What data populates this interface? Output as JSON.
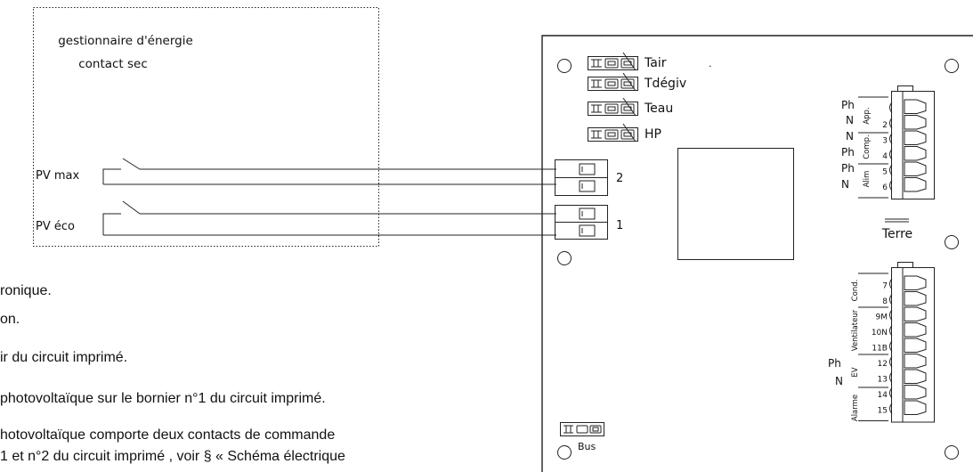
{
  "energy_manager": {
    "title_line1": "gestionnaire d'énergie",
    "title_line2": "contact sec",
    "contacts": [
      {
        "label": "PV max"
      },
      {
        "label": "PV éco"
      }
    ]
  },
  "board": {
    "sensors": [
      "Tair",
      "Tdégiv",
      "Teau",
      "HP"
    ],
    "dot": ".",
    "pv_terminals": [
      {
        "number": "2"
      },
      {
        "number": "1"
      }
    ],
    "upper_block": {
      "left_labels": [
        "Ph",
        "N",
        "N",
        "Ph",
        "Ph",
        "N"
      ],
      "group_labels": [
        "App.",
        "Comp.",
        "Alim"
      ],
      "pin_numbers": [
        "",
        "2",
        "3",
        "4",
        "5",
        "6"
      ]
    },
    "earth_label": "Terre",
    "lower_block": {
      "left_labels": [
        "Ph",
        "N"
      ],
      "group_labels": [
        "Cond.",
        "Ventilateur",
        "EV",
        "Alarme"
      ],
      "pin_numbers": [
        "7",
        "8",
        "9M",
        "10N",
        "11B",
        "12",
        "13",
        "14",
        "15"
      ]
    },
    "bus_label": "Bus"
  },
  "document": {
    "lines": [
      "ronique.",
      "on.",
      "ir du circuit imprimé.",
      " photovoltaïque sur le bornier n°1 du circuit imprimé.",
      "hotovoltaïque comporte deux contacts de commande",
      "1 et n°2 du circuit imprimé , voir  § « Schéma électrique"
    ]
  }
}
